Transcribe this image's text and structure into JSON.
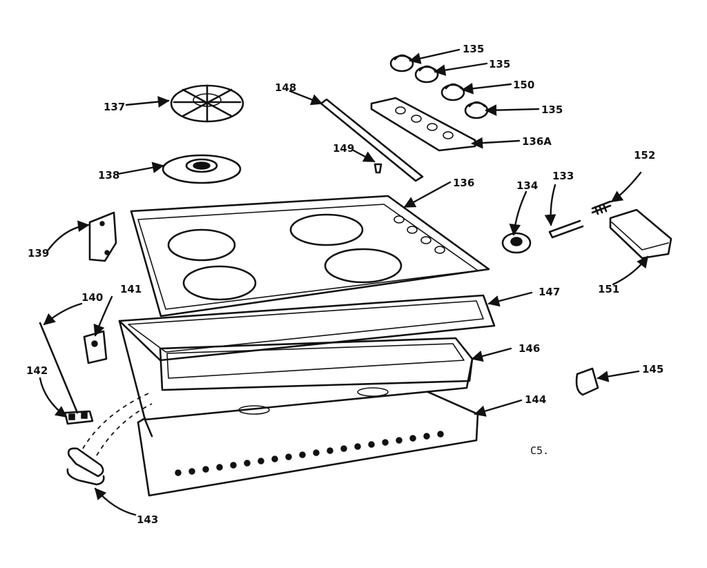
{
  "labels": {
    "p133": "133",
    "p134": "134",
    "p135a": "135",
    "p135b": "135",
    "p135c": "135",
    "p136": "136",
    "p136a": "136A",
    "p137": "137",
    "p138": "138",
    "p139": "139",
    "p140": "140",
    "p141": "141",
    "p142": "142",
    "p143": "143",
    "p144": "144",
    "p145": "145",
    "p146": "146",
    "p147": "147",
    "p148": "148",
    "p149": "149",
    "p150": "150",
    "p151": "151",
    "p152": "152"
  },
  "note": "C5."
}
